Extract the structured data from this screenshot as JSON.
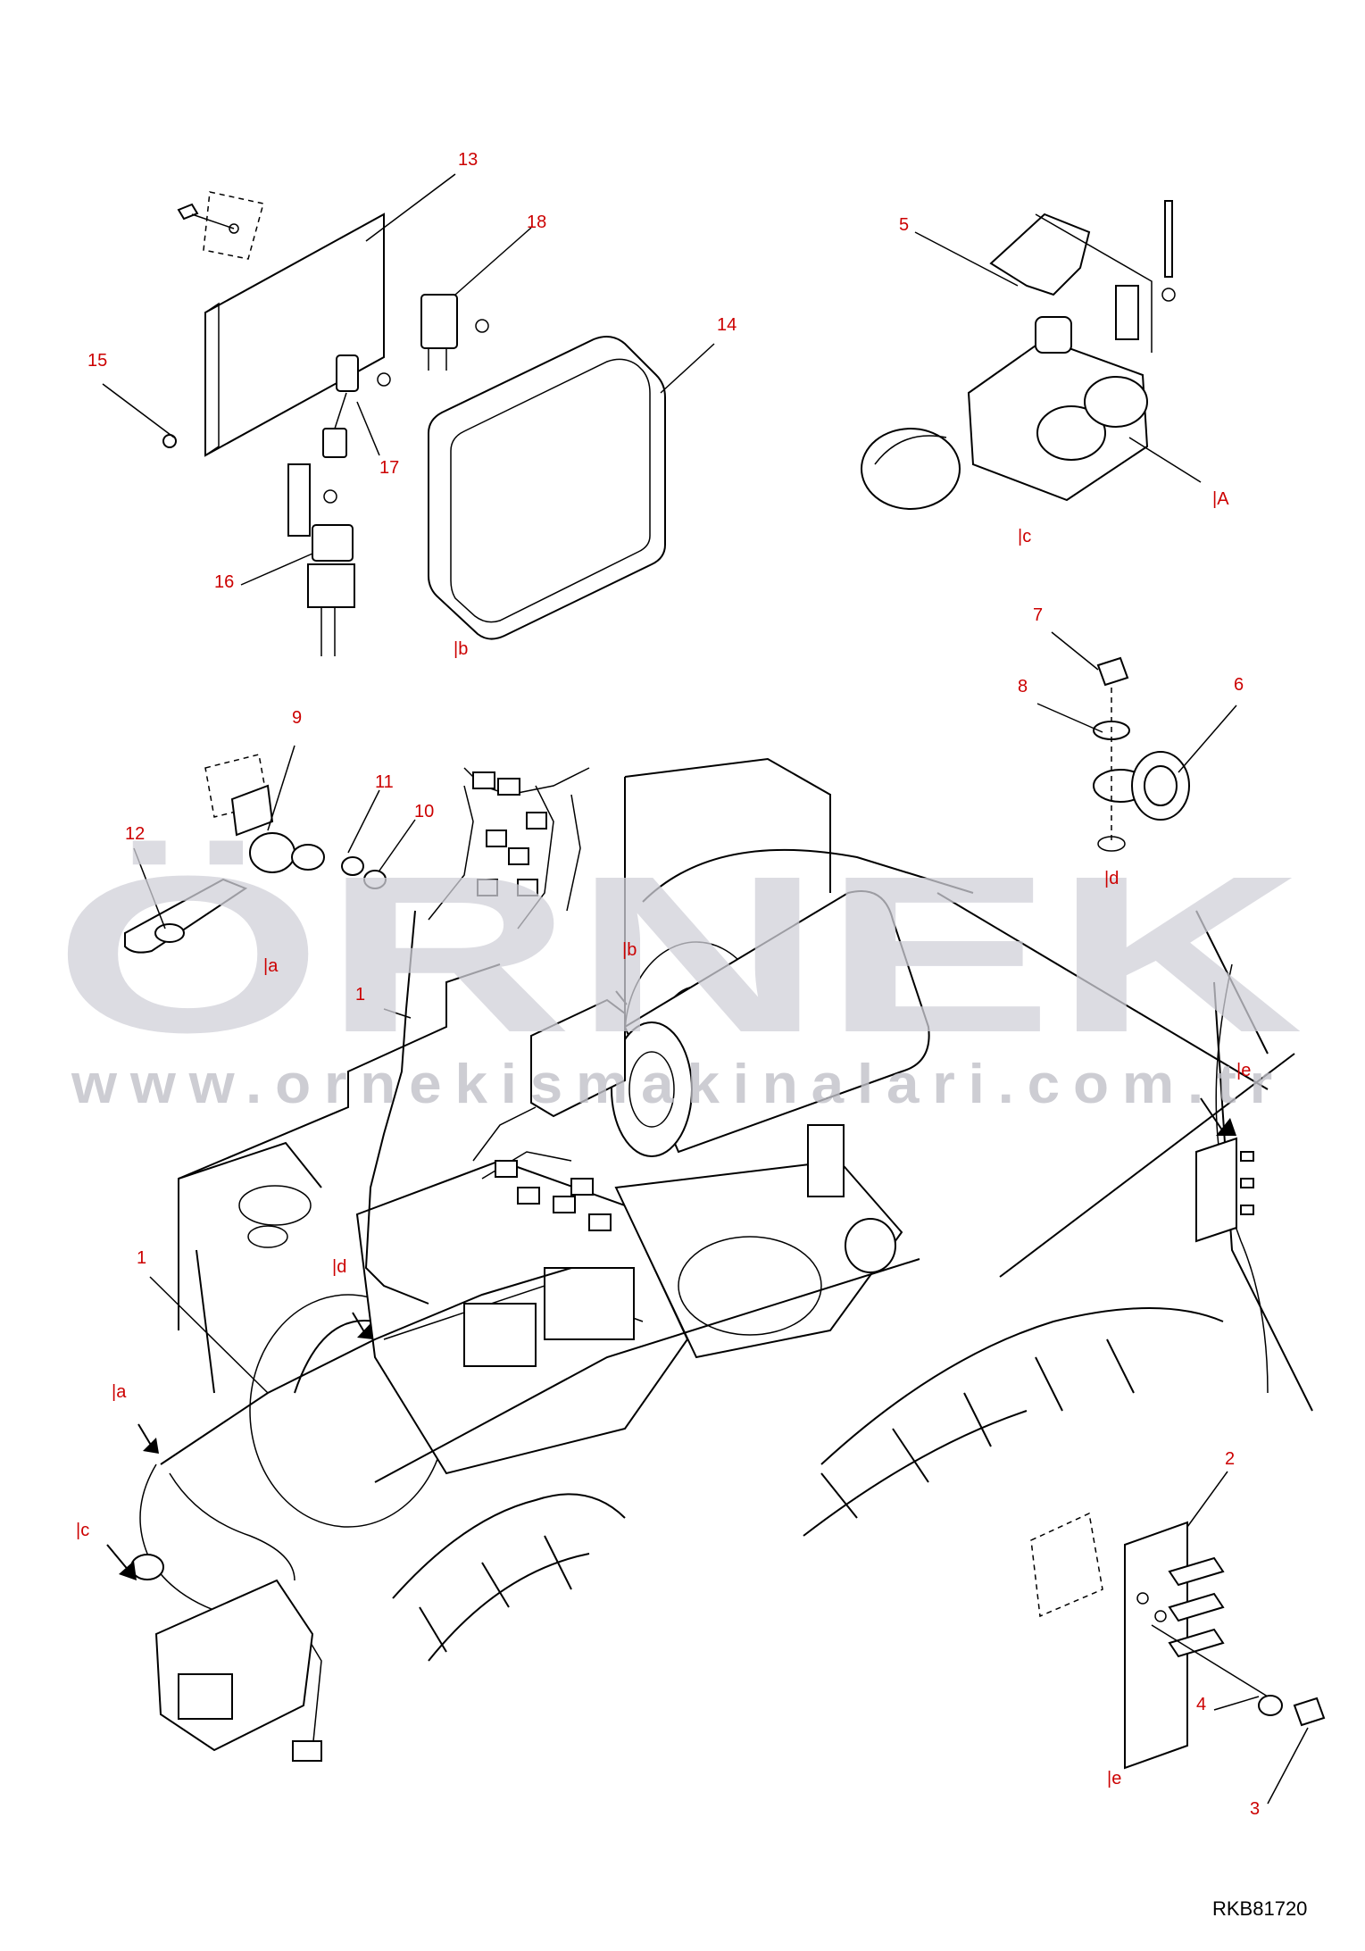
{
  "callouts": [
    {
      "id": "c13",
      "label": "13"
    },
    {
      "id": "c18",
      "label": "18"
    },
    {
      "id": "c14",
      "label": "14"
    },
    {
      "id": "c15",
      "label": "15"
    },
    {
      "id": "c17",
      "label": "17"
    },
    {
      "id": "c16",
      "label": "16"
    },
    {
      "id": "c5",
      "label": "5"
    },
    {
      "id": "c7",
      "label": "7"
    },
    {
      "id": "c8",
      "label": "8"
    },
    {
      "id": "c6",
      "label": "6"
    },
    {
      "id": "c9",
      "label": "9"
    },
    {
      "id": "c11",
      "label": "11"
    },
    {
      "id": "c10",
      "label": "10"
    },
    {
      "id": "c12",
      "label": "12"
    },
    {
      "id": "c1a",
      "label": "1"
    },
    {
      "id": "c1b",
      "label": "1"
    },
    {
      "id": "c2",
      "label": "2"
    },
    {
      "id": "c4",
      "label": "4"
    },
    {
      "id": "c3",
      "label": "3"
    }
  ],
  "references": [
    {
      "id": "ref_b_top",
      "label": "|b"
    },
    {
      "id": "ref_A",
      "label": "|A"
    },
    {
      "id": "ref_c_top",
      "label": "|c"
    },
    {
      "id": "ref_d_top",
      "label": "|d"
    },
    {
      "id": "ref_a_mid",
      "label": "|a"
    },
    {
      "id": "ref_b_mid",
      "label": "|b"
    },
    {
      "id": "ref_d_mid",
      "label": "|d"
    },
    {
      "id": "ref_e_right",
      "label": "|e"
    },
    {
      "id": "ref_a_left",
      "label": "|a"
    },
    {
      "id": "ref_c_left",
      "label": "|c"
    },
    {
      "id": "ref_e_bottom",
      "label": "|e"
    }
  ],
  "watermark": {
    "brand": "ÖRNEK",
    "url": "www.ornekismakinalari.com.tr"
  },
  "drawing_code": "RKB81720"
}
